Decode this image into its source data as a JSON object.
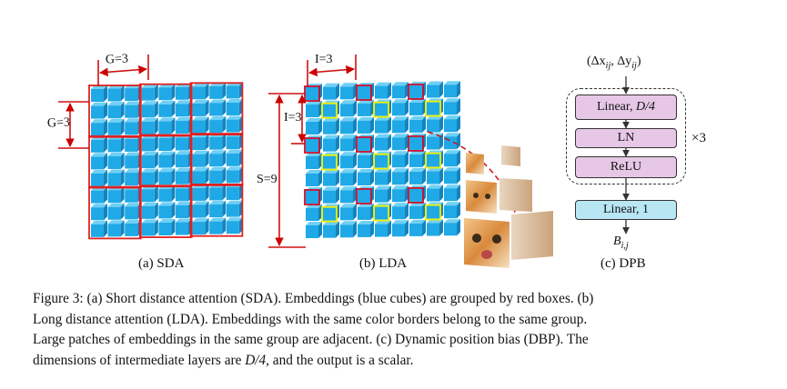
{
  "panels": {
    "sda": {
      "caption": "(a) SDA",
      "g_top": "G=3",
      "g_left": "G=3"
    },
    "lda": {
      "caption": "(b) LDA",
      "i_top": "I=3",
      "i_left": "I=3",
      "s_left": "S=9"
    },
    "dpb": {
      "caption": "(c) DPB",
      "input": "(Δx_ij, Δy_ij)",
      "input_main": "(Δx",
      "input_sub1": "ij",
      "input_mid": ", Δy",
      "input_sub2": "ij",
      "input_end": ")",
      "linear1": "Linear, ",
      "linear1_math": "D/4",
      "ln": "LN",
      "relu": "ReLU",
      "repeat": "×3",
      "linear2": "Linear, 1",
      "output_main": "B",
      "output_sub": "i,j"
    }
  },
  "colors": {
    "cube_face": "#1fa9e6",
    "cube_side": "#1583bd",
    "cube_top": "#6fd0f5",
    "group_border": "#e02020",
    "lda_yellow": "#f0f000",
    "lda_red": "#c8102e",
    "pink_box": "#e6c8e6",
    "blue_box": "#b9e6f3"
  },
  "caption": {
    "line1": "Figure 3: (a) Short distance attention (SDA). Embeddings (blue cubes) are grouped by red boxes. (b)",
    "line2": "Long distance attention (LDA). Embeddings with the same color borders belong to the same group.",
    "line3": "Large patches of embeddings in the same group are adjacent. (c) Dynamic position bias (DBP). The",
    "line4_a": "dimensions of intermediate layers are ",
    "line4_math": "D/4",
    "line4_b": ", and the output is a scalar."
  }
}
